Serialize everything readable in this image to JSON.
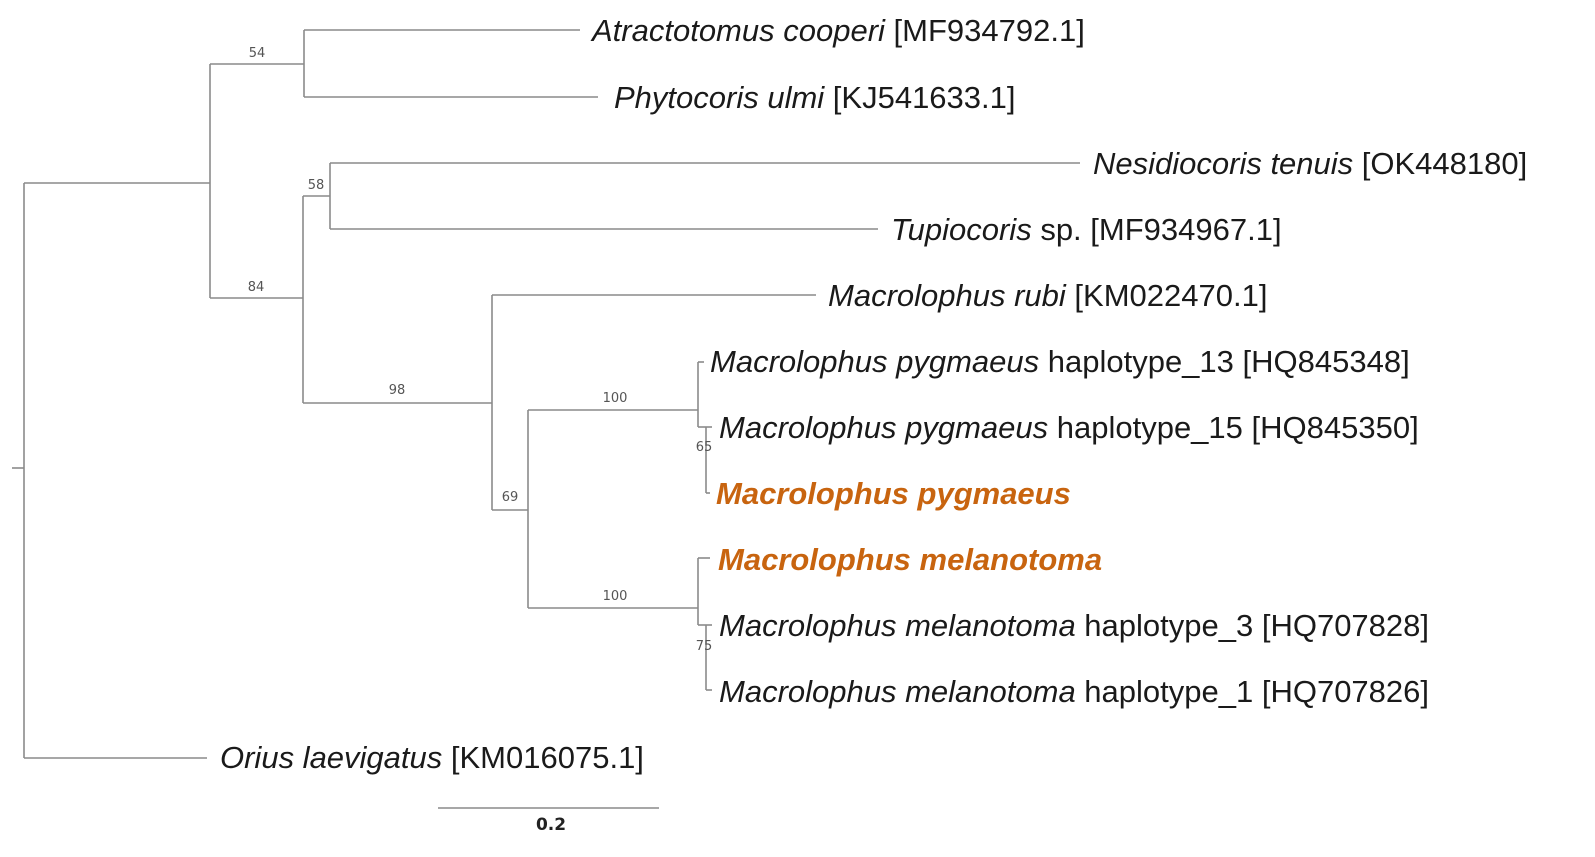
{
  "taxa": [
    {
      "id": "atractotomus",
      "italic": "Atractotomus cooperi",
      "rest": " [MF934792.1]",
      "highlight": false
    },
    {
      "id": "phytocoris",
      "italic": "Phytocoris ulmi",
      "rest": " [KJ541633.1]",
      "highlight": false
    },
    {
      "id": "nesidiocoris",
      "italic": "Nesidiocoris tenuis",
      "rest": " [OK448180]",
      "highlight": false
    },
    {
      "id": "tupiocoris",
      "italic": "Tupiocoris",
      "rest": " sp. [MF934967.1]",
      "highlight": false
    },
    {
      "id": "mrubi",
      "italic": "Macrolophus rubi",
      "rest": " [KM022470.1]",
      "highlight": false
    },
    {
      "id": "mpyg13",
      "italic": "Macrolophus pygmaeus",
      "rest": " haplotype_13 [HQ845348]",
      "highlight": false
    },
    {
      "id": "mpyg15",
      "italic": "Macrolophus pygmaeus",
      "rest": " haplotype_15 [HQ845350]",
      "highlight": false
    },
    {
      "id": "mpyg",
      "italic": "Macrolophus pygmaeus",
      "rest": "",
      "highlight": true
    },
    {
      "id": "mmel",
      "italic": "Macrolophus melanotoma",
      "rest": "",
      "highlight": true
    },
    {
      "id": "mmel3",
      "italic": "Macrolophus melanotoma",
      "rest": " haplotype_3 [HQ707828]",
      "highlight": false
    },
    {
      "id": "mmel1",
      "italic": "Macrolophus melanotoma",
      "rest": " haplotype_1 [HQ707826]",
      "highlight": false
    },
    {
      "id": "orius",
      "italic": "Orius laevigatus",
      "rest": " [KM016075.1]",
      "highlight": false
    }
  ],
  "support_values": {
    "atractotomus_phytocoris": "54",
    "nesidiocoris_tupiocoris": "58",
    "ingroup_clade": "84",
    "macrolophus_clade": "98",
    "pygmaeus_melanotoma": "69",
    "pygmaeus_clade": "100",
    "pygmaeus_sub": "65",
    "melanotoma_clade": "100",
    "melanotoma_sub": "75"
  },
  "scale_bar": {
    "label": "0.2"
  },
  "colors": {
    "branch": "#8a8a8a",
    "highlight": "#c8640f",
    "text": "#1a1a1a"
  }
}
